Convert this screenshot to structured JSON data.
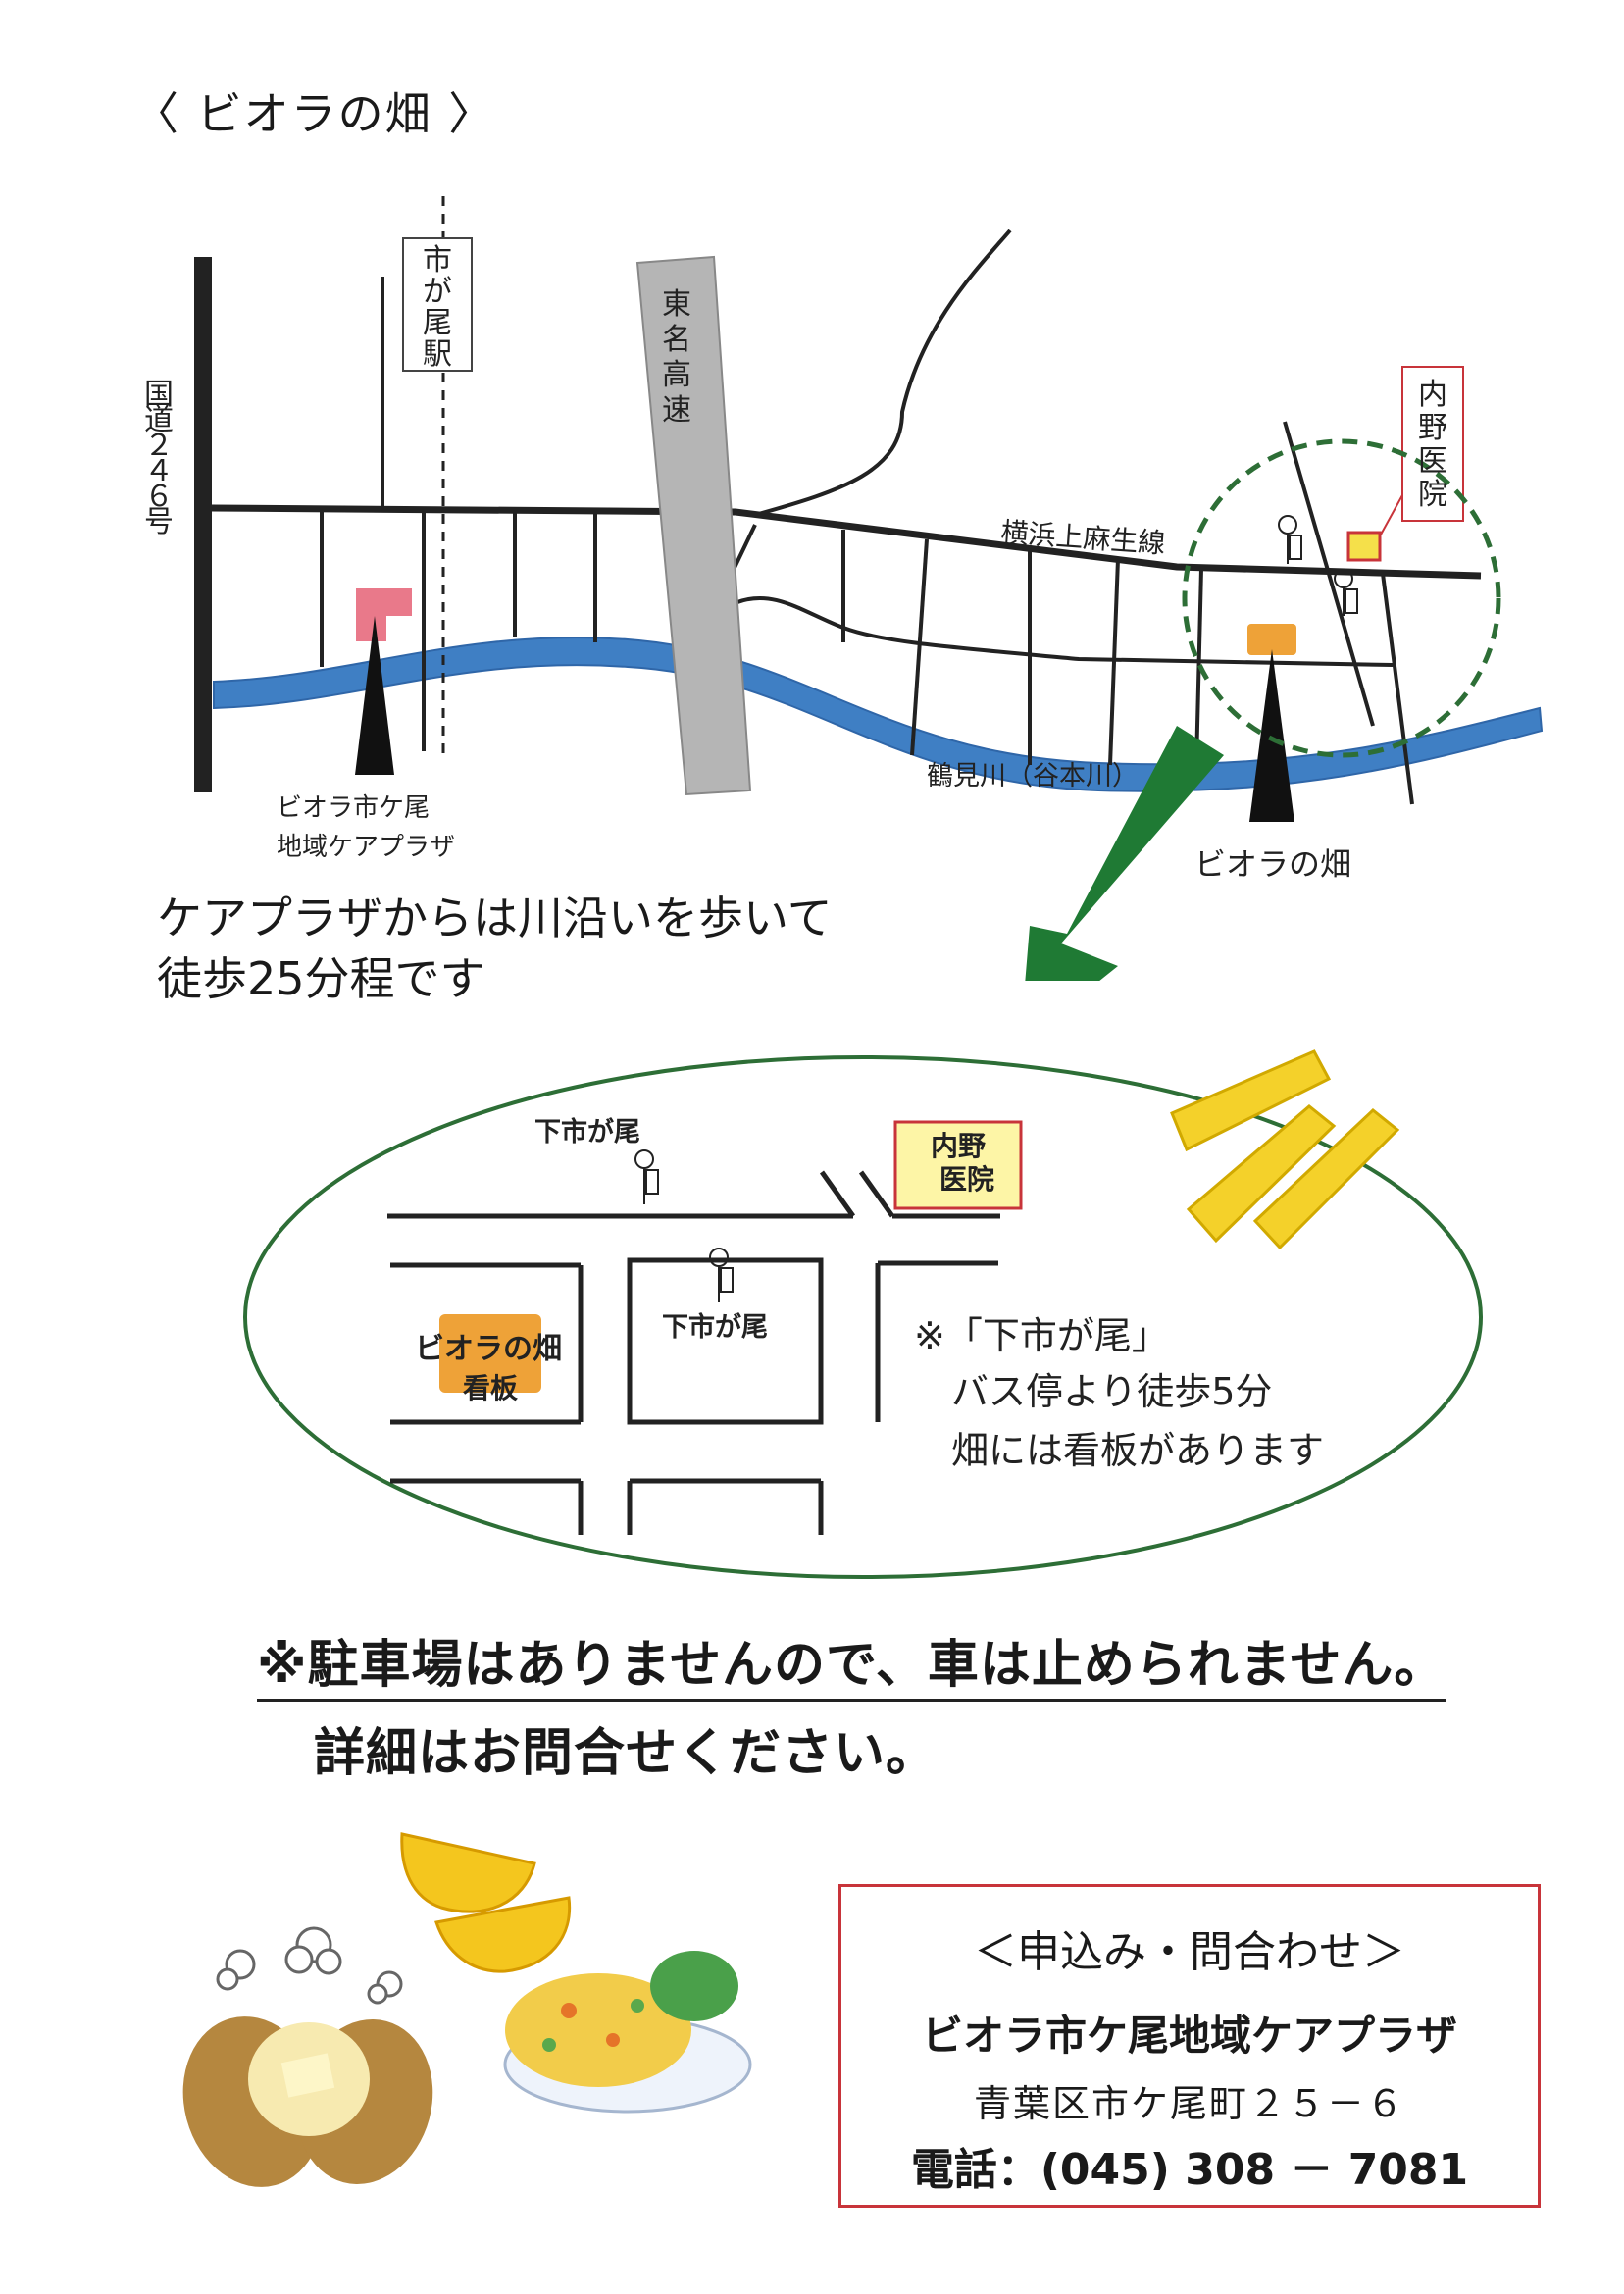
{
  "title": "〈 ビオラの畑 〉",
  "map": {
    "station_label": "市が尾駅",
    "route246_label": "国道２４６号",
    "expressway_label": "東名高速",
    "road_label": "横浜上麻生線",
    "river_label": "鶴見川（谷本川）",
    "care_plaza_label": [
      "ビオラ市ケ尾",
      "地域ケアプラザ"
    ],
    "field_label": "ビオラの畑",
    "hospital_label": "内野医院",
    "colors": {
      "river": "#3f7fc4",
      "expressway": "#b5b5b5",
      "care_plaza": "#e9798a",
      "field": "#eea238",
      "hospital": "#f5e04a",
      "arrow": "#1f7a34",
      "circle": "#2d6e36"
    }
  },
  "walk_note": [
    "ケアプラザからは川沿いを歩いて",
    "徒歩25分程です"
  ],
  "detail": {
    "bus_stop_top": "下市が尾",
    "bus_stop_mid": "下市が尾",
    "hospital": [
      "内野",
      "医院"
    ],
    "field_sign": [
      "ビオラの畑",
      "看板"
    ],
    "note": [
      "※「下市が尾」",
      "バス停より徒歩5分",
      "畑には看板があります"
    ]
  },
  "parking_note": "※駐車場はありませんので、車は止められません。",
  "detail_note": "詳細はお問合せください。",
  "contact": {
    "heading": "＜申込み・問合わせ＞",
    "org": "ビオラ市ケ尾地域ケアプラザ",
    "address": "青葉区市ケ尾町２５－６",
    "tel": "電話：(045) 308 － 7081"
  }
}
